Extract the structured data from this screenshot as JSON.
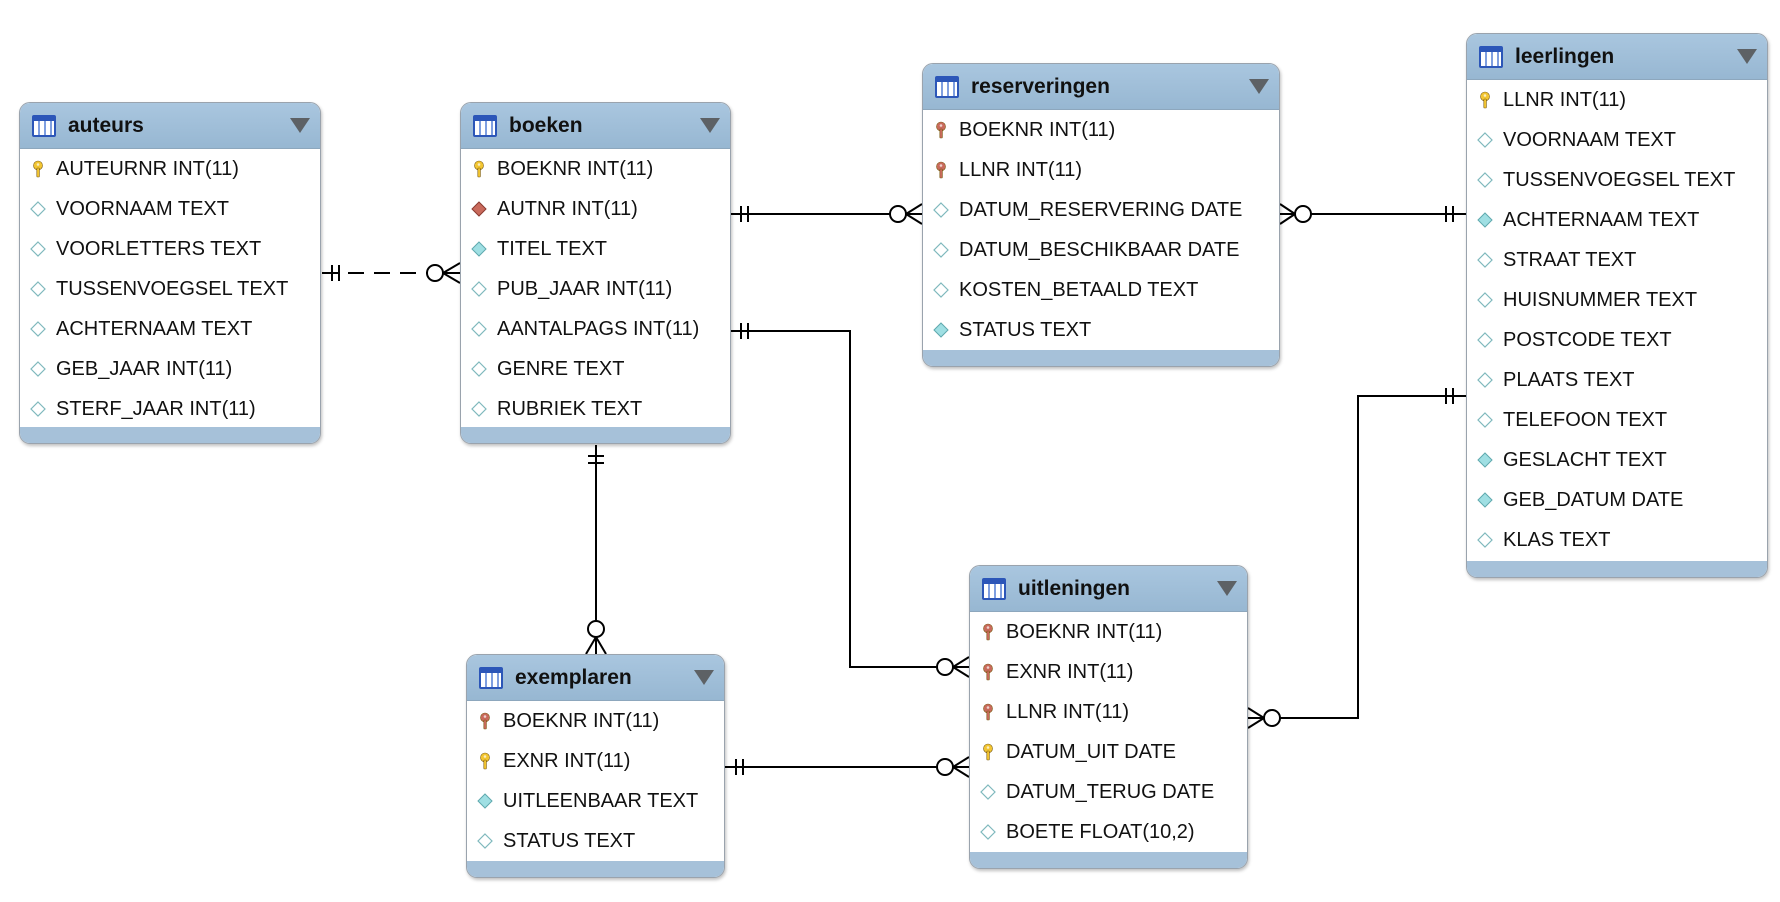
{
  "colors": {
    "header": "#a9c6df",
    "border": "#9aa3ad",
    "line": "#000000",
    "primary_key": "#f2c531",
    "foreign_key": "#c96a5c",
    "column": "#9fdfe3"
  },
  "entities": {
    "auteurs": {
      "title": "auteurs",
      "columns": [
        {
          "label": "AUTEURNR INT(11)",
          "kind": "pk"
        },
        {
          "label": "VOORNAAM TEXT",
          "kind": "col"
        },
        {
          "label": "VOORLETTERS TEXT",
          "kind": "col"
        },
        {
          "label": "TUSSENVOEGSEL TEXT",
          "kind": "col"
        },
        {
          "label": "ACHTERNAAM TEXT",
          "kind": "col"
        },
        {
          "label": "GEB_JAAR INT(11)",
          "kind": "col"
        },
        {
          "label": "STERF_JAAR INT(11)",
          "kind": "col"
        }
      ]
    },
    "boeken": {
      "title": "boeken",
      "columns": [
        {
          "label": "BOEKNR INT(11)",
          "kind": "pk"
        },
        {
          "label": "AUTNR INT(11)",
          "kind": "fk-nonid"
        },
        {
          "label": "TITEL TEXT",
          "kind": "col-notnull"
        },
        {
          "label": "PUB_JAAR INT(11)",
          "kind": "col"
        },
        {
          "label": "AANTALPAGS INT(11)",
          "kind": "col"
        },
        {
          "label": "GENRE TEXT",
          "kind": "col"
        },
        {
          "label": "RUBRIEK TEXT",
          "kind": "col"
        }
      ]
    },
    "reserveringen": {
      "title": "reserveringen",
      "columns": [
        {
          "label": "BOEKNR INT(11)",
          "kind": "pfk"
        },
        {
          "label": "LLNR INT(11)",
          "kind": "pfk"
        },
        {
          "label": "DATUM_RESERVERING DATE",
          "kind": "col"
        },
        {
          "label": "DATUM_BESCHIKBAAR DATE",
          "kind": "col"
        },
        {
          "label": "KOSTEN_BETAALD TEXT",
          "kind": "col"
        },
        {
          "label": "STATUS TEXT",
          "kind": "col-notnull"
        }
      ]
    },
    "leerlingen": {
      "title": "leerlingen",
      "columns": [
        {
          "label": "LLNR INT(11)",
          "kind": "pk"
        },
        {
          "label": "VOORNAAM TEXT",
          "kind": "col"
        },
        {
          "label": "TUSSENVOEGSEL TEXT",
          "kind": "col"
        },
        {
          "label": "ACHTERNAAM TEXT",
          "kind": "col-notnull"
        },
        {
          "label": "STRAAT TEXT",
          "kind": "col"
        },
        {
          "label": "HUISNUMMER TEXT",
          "kind": "col"
        },
        {
          "label": "POSTCODE TEXT",
          "kind": "col"
        },
        {
          "label": "PLAATS TEXT",
          "kind": "col"
        },
        {
          "label": "TELEFOON TEXT",
          "kind": "col"
        },
        {
          "label": "GESLACHT TEXT",
          "kind": "col-notnull"
        },
        {
          "label": "GEB_DATUM DATE",
          "kind": "col-notnull"
        },
        {
          "label": "KLAS TEXT",
          "kind": "col"
        }
      ]
    },
    "exemplaren": {
      "title": "exemplaren",
      "columns": [
        {
          "label": "BOEKNR INT(11)",
          "kind": "pfk"
        },
        {
          "label": "EXNR INT(11)",
          "kind": "pk"
        },
        {
          "label": "UITLEENBAAR TEXT",
          "kind": "col-notnull"
        },
        {
          "label": "STATUS TEXT",
          "kind": "col"
        }
      ]
    },
    "uitleningen": {
      "title": "uitleningen",
      "columns": [
        {
          "label": "BOEKNR INT(11)",
          "kind": "pfk"
        },
        {
          "label": "EXNR INT(11)",
          "kind": "pfk"
        },
        {
          "label": "LLNR INT(11)",
          "kind": "pfk"
        },
        {
          "label": "DATUM_UIT DATE",
          "kind": "pk"
        },
        {
          "label": "DATUM_TERUG DATE",
          "kind": "col"
        },
        {
          "label": "BOETE FLOAT(10,2)",
          "kind": "col"
        }
      ]
    }
  },
  "relationships": [
    {
      "from": "auteurs",
      "to": "boeken",
      "one": "one-mandatory",
      "many": "zero-or-many",
      "style": "dashed"
    },
    {
      "from": "boeken",
      "to": "reserveringen",
      "one": "one-mandatory",
      "many": "zero-or-many",
      "style": "solid"
    },
    {
      "from": "leerlingen",
      "to": "reserveringen",
      "one": "one-mandatory",
      "many": "zero-or-many",
      "style": "solid"
    },
    {
      "from": "boeken",
      "to": "exemplaren",
      "one": "one-mandatory",
      "many": "zero-or-many",
      "style": "solid"
    },
    {
      "from": "boeken",
      "to": "uitleningen",
      "one": "one-mandatory",
      "many": "zero-or-many",
      "style": "solid"
    },
    {
      "from": "exemplaren",
      "to": "uitleningen",
      "one": "one-mandatory",
      "many": "zero-or-many",
      "style": "solid"
    },
    {
      "from": "leerlingen",
      "to": "uitleningen",
      "one": "one-mandatory",
      "many": "zero-or-many",
      "style": "solid"
    }
  ]
}
